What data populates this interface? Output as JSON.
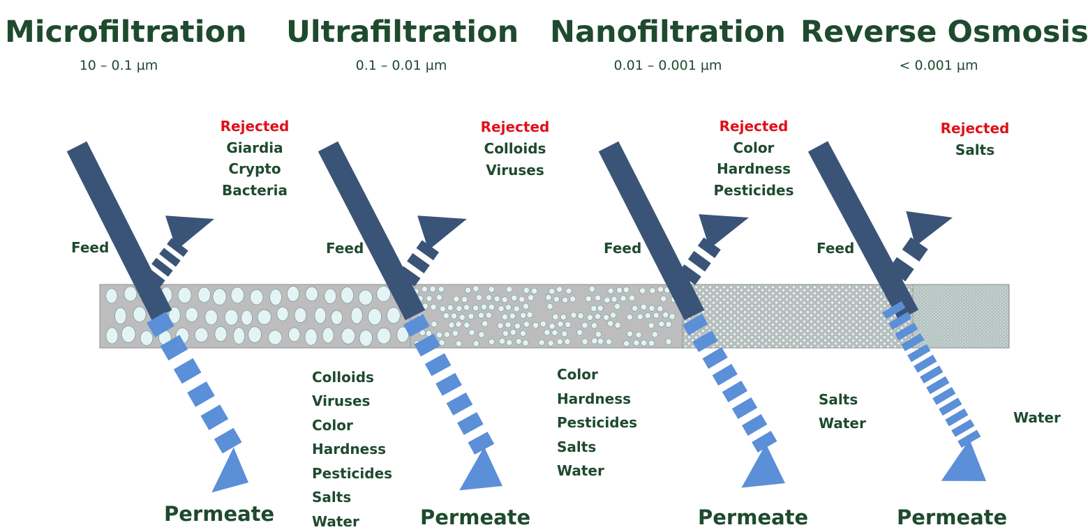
{
  "colors": {
    "text": "#1e4a2e",
    "rejected": "#e0101a",
    "feed_arrow": "#3a5478",
    "permeate_arrow": "#5b8fd8",
    "membrane": "#bdbdbd",
    "pore": "#e4f4f4"
  },
  "sections": [
    {
      "title": "Microfiltration",
      "range": "10 – 0.1 µm",
      "feed_label": "Feed",
      "rejected_heading": "Rejected",
      "rejected": [
        "Giardia",
        "Crypto",
        "Bacteria"
      ],
      "passed": [
        "Colloids",
        "Viruses",
        "Color",
        "Hardness",
        "Pesticides",
        "Salts",
        "Water"
      ],
      "permeate_label": "Permeate"
    },
    {
      "title": "Ultrafiltration",
      "range": "0.1 – 0.01 µm",
      "feed_label": "Feed",
      "rejected_heading": "Rejected",
      "rejected": [
        "Colloids",
        "Viruses"
      ],
      "passed": [
        "Color",
        "Hardness",
        "Pesticides",
        "Salts",
        "Water"
      ],
      "permeate_label": "Permeate"
    },
    {
      "title": "Nanofiltration",
      "range": "0.01 – 0.001 µm",
      "feed_label": "Feed",
      "rejected_heading": "Rejected",
      "rejected": [
        "Color",
        "Hardness",
        "Pesticides"
      ],
      "passed": [
        "Salts",
        "Water"
      ],
      "permeate_label": "Permeate"
    },
    {
      "title": "Reverse Osmosis",
      "range": "< 0.001 µm",
      "feed_label": "Feed",
      "rejected_heading": "Rejected",
      "rejected": [
        "Salts"
      ],
      "passed": [
        "Water"
      ],
      "permeate_label": "Permeate"
    }
  ]
}
